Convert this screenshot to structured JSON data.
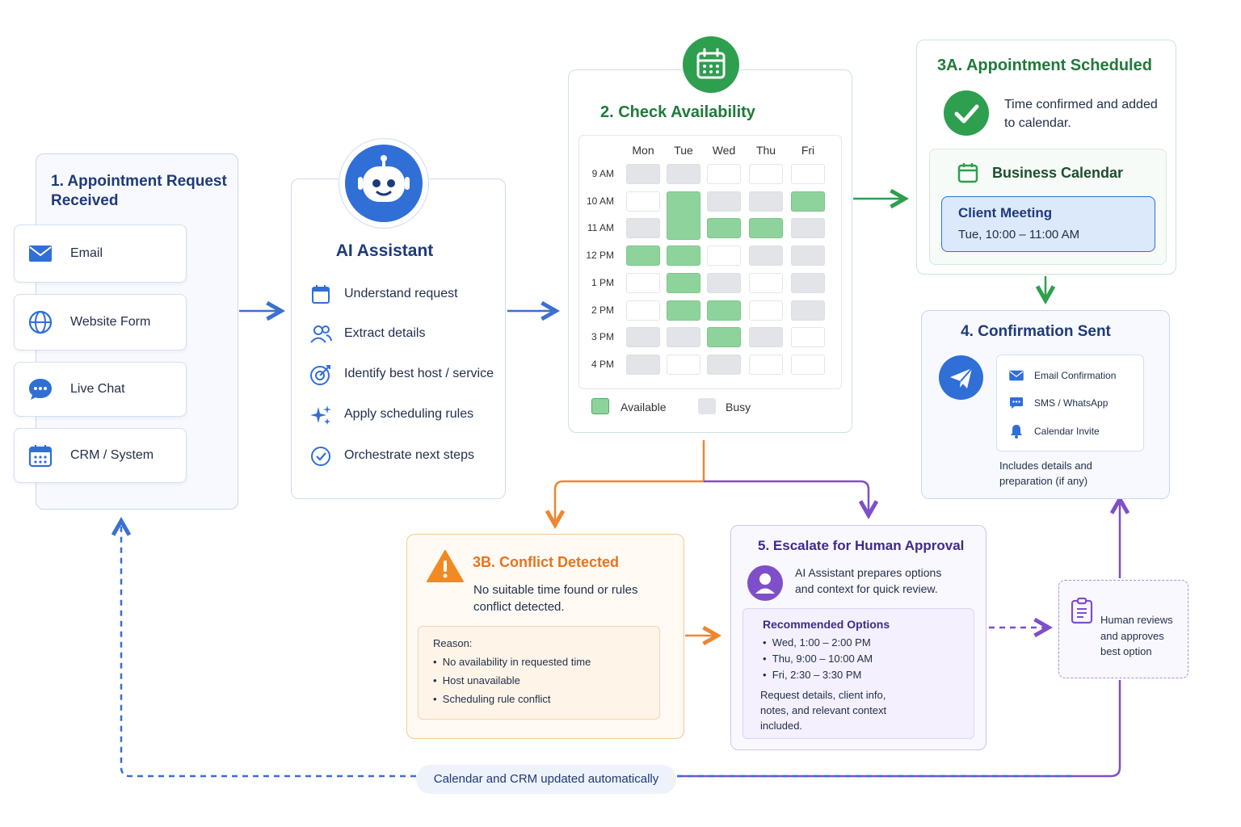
{
  "step1": {
    "title": "1.  Appointment Request Received",
    "sources": [
      {
        "label": "Email",
        "icon": "envelope-icon"
      },
      {
        "label": "Website Form",
        "icon": "globe-icon"
      },
      {
        "label": "Live Chat",
        "icon": "chat-bubble-icon"
      },
      {
        "label": "CRM / System",
        "icon": "calendar-grid-icon"
      }
    ]
  },
  "ai": {
    "title": "AI Assistant",
    "steps": [
      {
        "label": "Understand request",
        "icon": "calendar-icon"
      },
      {
        "label": "Extract details",
        "icon": "users-icon"
      },
      {
        "label": "Identify best host / service",
        "icon": "target-icon"
      },
      {
        "label": "Apply scheduling rules",
        "icon": "sparkle-icon"
      },
      {
        "label": "Orchestrate next steps",
        "icon": "check-circle-icon"
      }
    ]
  },
  "availability": {
    "title": "2. Check Availability",
    "days": [
      "Mon",
      "Tue",
      "Wed",
      "Thu",
      "Fri"
    ],
    "times": [
      "9 AM",
      "10 AM",
      "11 AM",
      "12 PM",
      "1 PM",
      "2 PM",
      "3 PM",
      "4 PM"
    ],
    "grid": [
      [
        "busy",
        "busy",
        "free",
        "free",
        "free"
      ],
      [
        "free",
        "avail",
        "busy",
        "busy",
        "avail"
      ],
      [
        "busy",
        "avail",
        "avail",
        "avail",
        "busy"
      ],
      [
        "avail",
        "avail",
        "free",
        "busy",
        "busy"
      ],
      [
        "free",
        "avail",
        "busy",
        "free",
        "busy"
      ],
      [
        "free",
        "avail",
        "avail",
        "free",
        "busy"
      ],
      [
        "busy",
        "busy",
        "avail",
        "busy",
        "free"
      ],
      [
        "busy",
        "free",
        "busy",
        "free",
        "free"
      ]
    ],
    "legend": {
      "available": "Available",
      "busy": "Busy"
    },
    "colors": {
      "available": "#8fd39c",
      "busy": "#e2e4e7"
    }
  },
  "scheduled": {
    "title": "3A. Appointment Scheduled",
    "text": "Time confirmed and added to calendar.",
    "calendar_title": "Business Calendar",
    "meeting_title": "Client Meeting",
    "meeting_time": "Tue, 10:00 – 11:00 AM"
  },
  "confirmation": {
    "title": "4.  Confirmation Sent",
    "channels": [
      {
        "label": "Email Confirmation",
        "icon": "envelope-icon"
      },
      {
        "label": "SMS / WhatsApp",
        "icon": "chat-icon"
      },
      {
        "label": "Calendar Invite",
        "icon": "bell-icon"
      }
    ],
    "note": "Includes details and preparation (if any)"
  },
  "conflict": {
    "title": "3B. Conflict Detected",
    "text": "No suitable time found or rules conflict detected.",
    "reason_label": "Reason:",
    "reasons": [
      "No availability in requested time",
      "Host unavailable",
      "Scheduling rule conflict"
    ]
  },
  "escalate": {
    "title": "5.  Escalate for Human Approval",
    "text": "AI Assistant prepares options and context for quick review.",
    "options_title": "Recommended Options",
    "options": [
      "Wed, 1:00 – 2:00 PM",
      "Thu, 9:00 – 10:00 AM",
      "Fri, 2:30 – 3:30 PM"
    ],
    "note": "Request details, client info, notes, and relevant context included."
  },
  "human": {
    "text": "Human reviews and approves best option"
  },
  "footer": {
    "pill": "Calendar and CRM updated automatically"
  },
  "colors": {
    "blue": "#2f6fd6",
    "green": "#2e9e4f",
    "orange": "#e6731f",
    "purple": "#7e4fc9"
  }
}
